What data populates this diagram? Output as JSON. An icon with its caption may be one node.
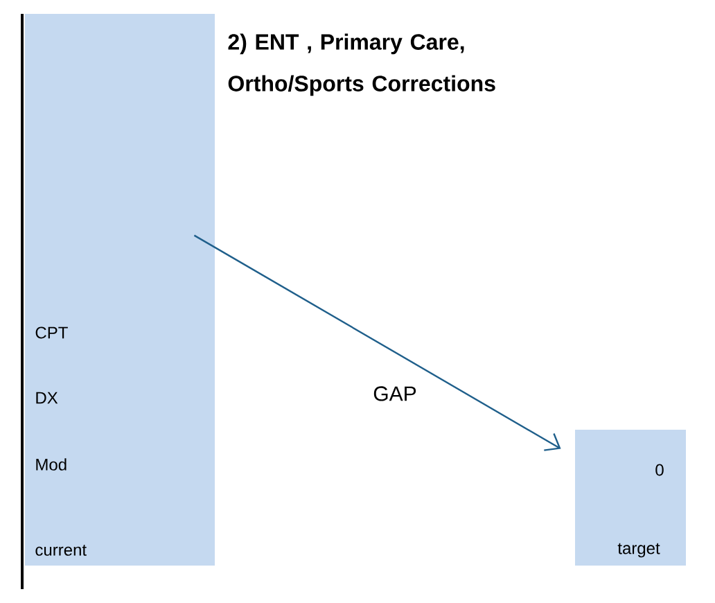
{
  "diagram": {
    "title": "2) ENT , Primary Care, Ortho/Sports Corrections",
    "nodes": [
      {
        "text": [
          "CPT",
          "DX",
          "Mod",
          "current"
        ]
      },
      {
        "text": [
          "0",
          "target"
        ]
      }
    ],
    "edges": [
      {
        "from": 0,
        "to": 1,
        "arrow": "to",
        "label": "GAP",
        "color": "#1f5f8b"
      }
    ]
  }
}
